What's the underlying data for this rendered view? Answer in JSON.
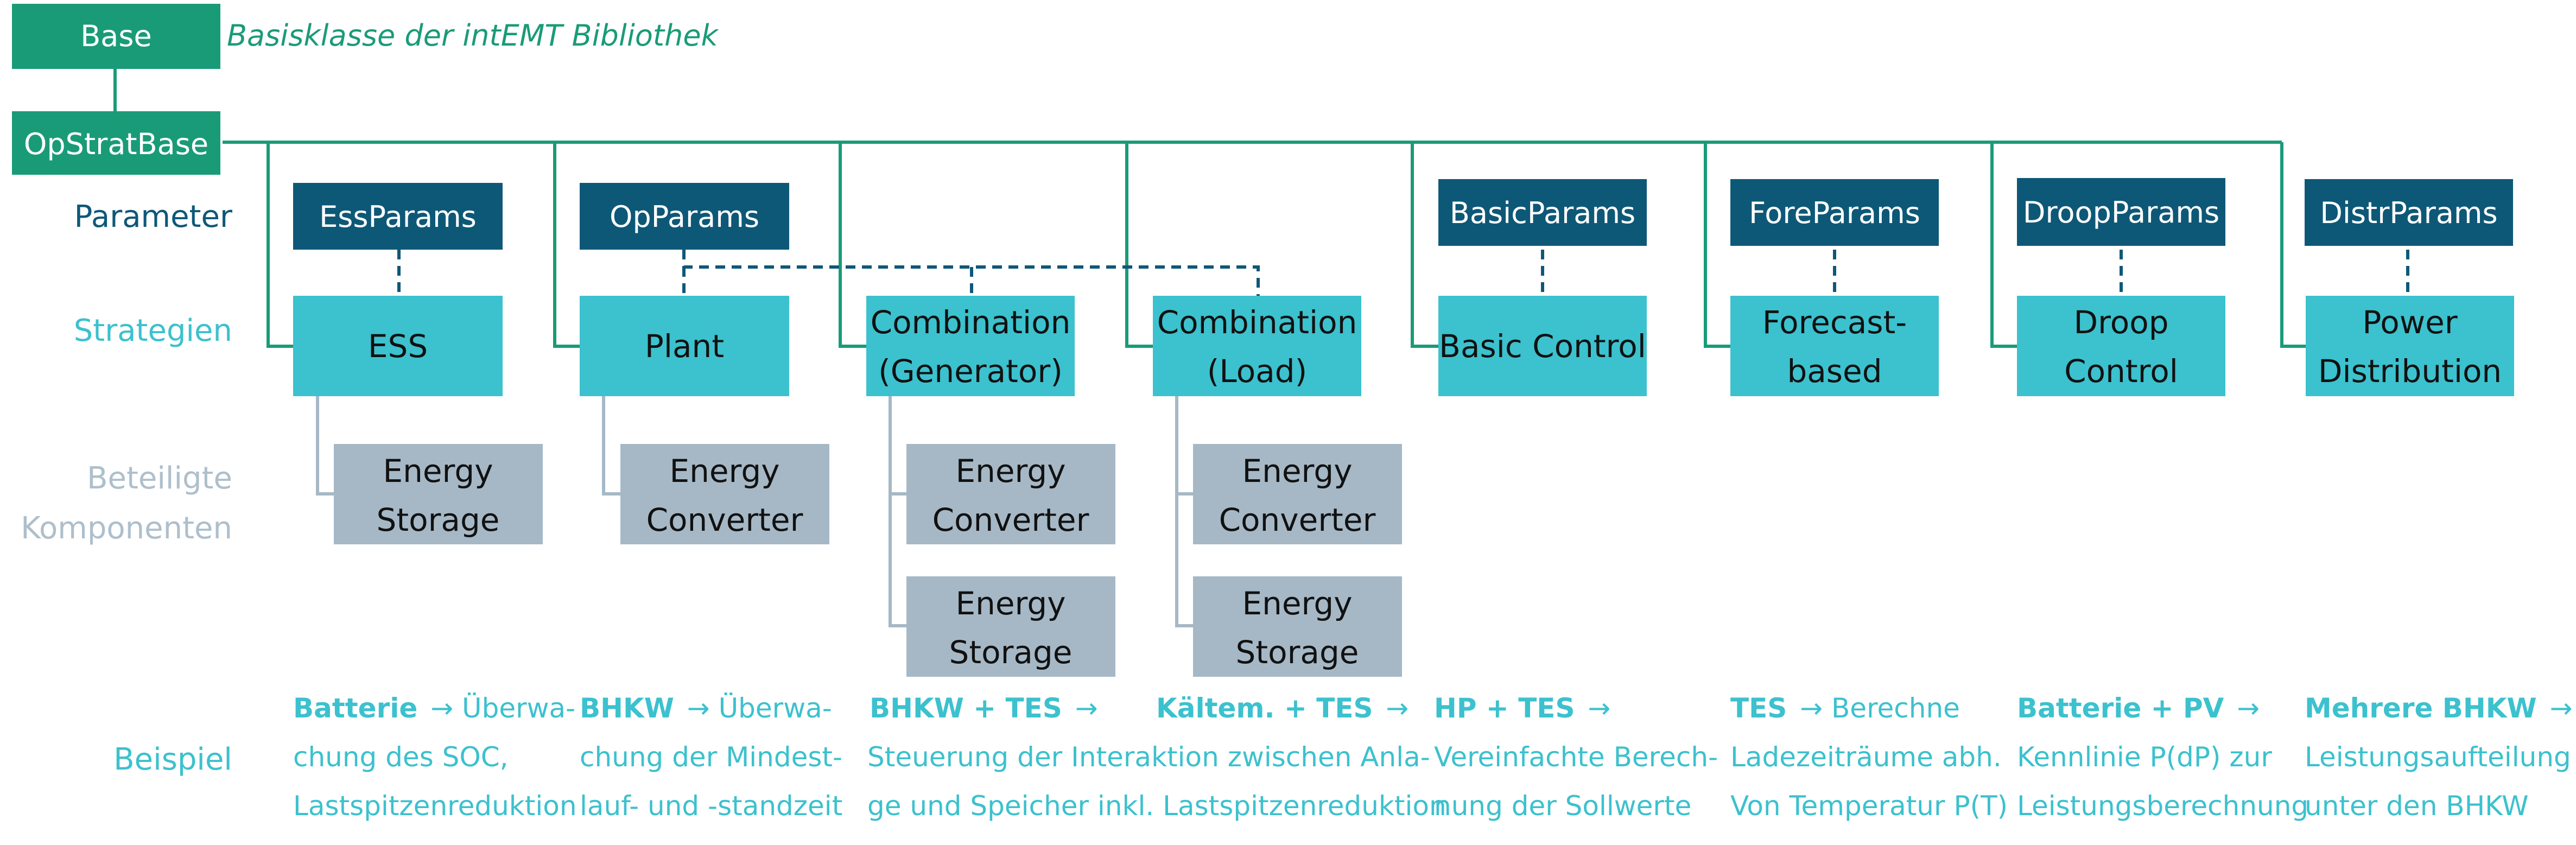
{
  "colors": {
    "green": "#1a9b78",
    "dark_blue": "#0e5877",
    "cyan": "#3cc1ce",
    "gray_box": "#a6b8c6",
    "gray_text": "#aebfcc",
    "white": "#ffffff",
    "black": "#111111"
  },
  "base": {
    "label": "Base",
    "description": "Basisklasse der intEMT Bibliothek"
  },
  "opstrat": {
    "label": "OpStratBase"
  },
  "row_labels": {
    "parameter": "Parameter",
    "strategien": "Strategien",
    "beteiligte_line1": "Beteiligte",
    "beteiligte_line2": "Komponenten",
    "beispiel": "Beispiel"
  },
  "params": [
    "EssParams",
    "OpParams",
    "BasicParams",
    "ForeParams",
    "DroopParams",
    "DistrParams"
  ],
  "strategies": [
    {
      "line1": "ESS",
      "line2": ""
    },
    {
      "line1": "Plant",
      "line2": ""
    },
    {
      "line1": "Combination",
      "line2": "(Generator)"
    },
    {
      "line1": "Combination",
      "line2": "(Load)"
    },
    {
      "line1": "Basic Control",
      "line2": ""
    },
    {
      "line1": "Forecast-",
      "line2": "based"
    },
    {
      "line1": "Droop",
      "line2": "Control"
    },
    {
      "line1": "Power",
      "line2": "Distribution"
    }
  ],
  "components": [
    {
      "line1": "Energy",
      "line2": "Storage"
    },
    {
      "line1": "Energy",
      "line2": "Converter"
    },
    {
      "line1": "Energy",
      "line2": "Converter"
    },
    {
      "line1": "Energy",
      "line2": "Storage"
    },
    {
      "line1": "Energy",
      "line2": "Converter"
    },
    {
      "line1": "Energy",
      "line2": "Storage"
    }
  ],
  "examples": [
    {
      "bold": "Batterie",
      "arrow": "→",
      "rest": " Überwa-",
      "line2": "chung des SOC,",
      "line3": "Lastspitzenreduktion"
    },
    {
      "bold": "BHKW",
      "arrow": "→",
      "rest": " Überwa-",
      "line2": "chung der Mindest-",
      "line3": "lauf- und -standzeit"
    },
    {
      "bold": "BHKW + TES",
      "arrow": "→",
      "rest": "",
      "line2": "",
      "line3": ""
    },
    {
      "bold": "Kältem. + TES",
      "arrow": "→",
      "rest": "",
      "line2": "",
      "line3": ""
    },
    {
      "bold": "HP + TES",
      "arrow": "→",
      "rest": "",
      "line2": "Vereinfachte Berech-",
      "line3": "nung der Sollwerte"
    },
    {
      "bold": "TES",
      "arrow": "→",
      "rest": " Berechne",
      "line2": "Ladezeiträume abh.",
      "line3": "Von Temperatur P(T)"
    },
    {
      "bold": "Batterie + PV",
      "arrow": "→",
      "rest": "",
      "line2": "Kennlinie P(dP) zur",
      "line3": "Leistungsberechnung"
    },
    {
      "bold": "Mehrere BHKW",
      "arrow": "→",
      "rest": "",
      "line2": "Leistungsaufteilung",
      "line3": "unter den BHKW"
    }
  ],
  "combined_example": {
    "line2": "Steuerung der Interaktion zwischen Anla-",
    "line3": "ge und Speicher inkl. Lastspitzenreduktion"
  }
}
